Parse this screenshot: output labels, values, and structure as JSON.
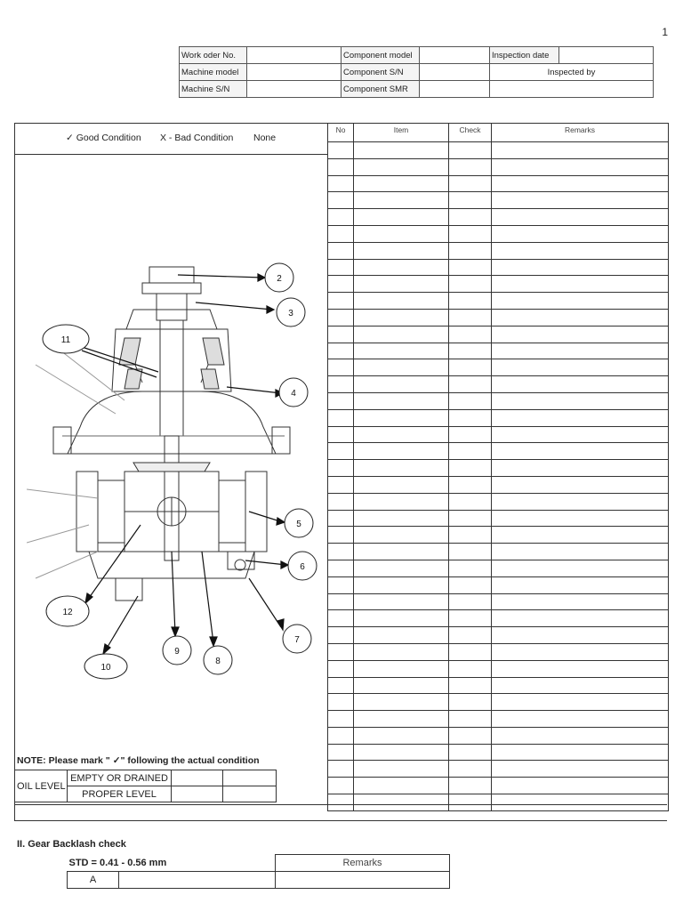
{
  "page_number": "1",
  "header": {
    "work_order_label": "Work oder No.",
    "component_model_label": "Component model",
    "inspection_date_label": "Inspection date",
    "machine_model_label": "Machine model",
    "component_sn_label": "Component S/N",
    "inspected_by_label": "Inspected by",
    "machine_sn_label": "Machine S/N",
    "component_smr_label": "Component SMR"
  },
  "legend": {
    "good": "✓  Good Condition",
    "bad": "X - Bad Condition",
    "none": "None"
  },
  "checklist": {
    "col_no": "No",
    "col_item": "Item",
    "col_check": "Check",
    "col_remarks": "Remarks"
  },
  "diagram": {
    "callouts": [
      "2",
      "3",
      "4",
      "5",
      "6",
      "7",
      "8",
      "9",
      "10",
      "11",
      "12"
    ]
  },
  "note": "NOTE: Please mark \" ✓\" following the actual condition",
  "oil": {
    "label": "OIL LEVEL",
    "opt1": "EMPTY OR DRAINED",
    "opt2": "PROPER LEVEL"
  },
  "backlash": {
    "section_title": "II. Gear Backlash check",
    "std": "STD = 0.41 - 0.56 mm",
    "remarks": "Remarks",
    "row_a": "A"
  }
}
